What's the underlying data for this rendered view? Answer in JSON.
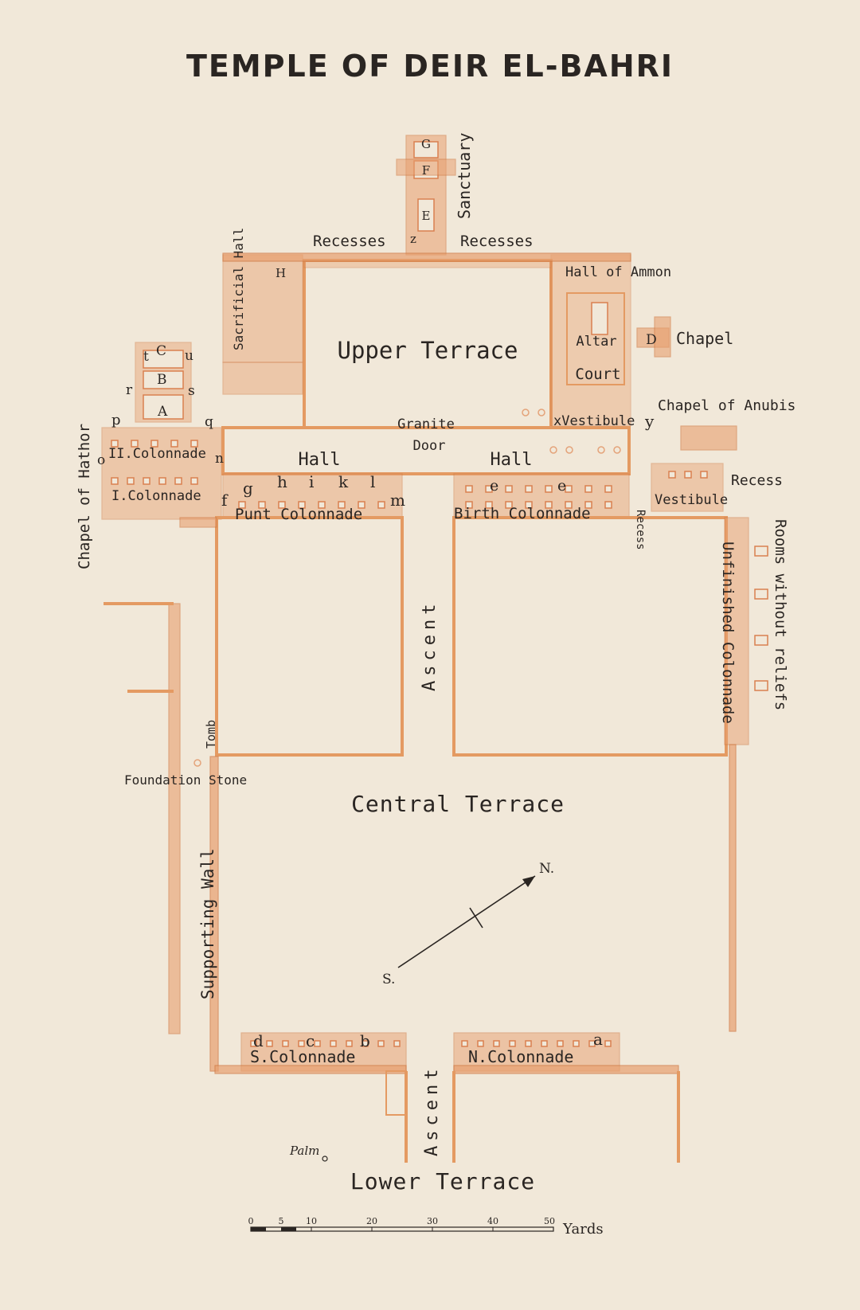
{
  "title": "TEMPLE OF DEIR EL-BAHRI",
  "colors": {
    "background": "#f1e8d9",
    "wall": "#e8a070",
    "ink": "#2a2522"
  },
  "labels": {
    "sanctuary": "Sanctuary",
    "g": "G",
    "f": "F",
    "e_upper": "E",
    "z": "z",
    "recesses_left": "Recesses",
    "recesses_right": "Recesses",
    "hall_of_ammon": "Hall of Ammon",
    "h": "H",
    "sacrificial_hall": "Sacrificial Hall",
    "upper_terrace": "Upper Terrace",
    "altar": "Altar",
    "court": "Court",
    "d": "D",
    "chapel": "Chapel",
    "t": "t",
    "c_upper": "C",
    "u": "u",
    "b_upper": "B",
    "r": "r",
    "s": "s",
    "a_upper": "A",
    "p": "p",
    "q": "q",
    "chapel_of_hathor": "Chapel of Hathor",
    "ii_colonnade": "II.Colonnade",
    "o": "o",
    "n": "n",
    "i_colonnade": "I.Colonnade",
    "f_lower": "f",
    "granite_door_1": "Granite",
    "granite_door_2": "Door",
    "x_vestibule": "xVestibule",
    "y": "y",
    "chapel_of_anubis": "Chapel of Anubis",
    "hall_left": "Hall",
    "hall_right": "Hall",
    "g_lower": "g",
    "h_lower": "h",
    "i_lower": "i",
    "k_lower": "k",
    "l_lower": "l",
    "m_lower": "m",
    "punt_colonnade": "Punt Colonnade",
    "e1": "e",
    "e2": "e",
    "birth_colonnade": "Birth Colonnade",
    "recess_vertical": "Recess",
    "vestibule_right": "Vestibule",
    "recess_right": "Recess",
    "rooms_without_reliefs": "Rooms without reliefs",
    "unfinished_colonnade": "Unfinished Colonnade",
    "ascent_upper": "Ascent",
    "tomb": "Tomb",
    "foundation_stone": "Foundation Stone",
    "central_terrace": "Central Terrace",
    "supporting_wall": "Supporting Wall",
    "n_compass": "N.",
    "s_compass": "S.",
    "d_lower": "d",
    "c_lower": "c",
    "b_lower": "b",
    "a_lower": "a",
    "s_colonnade": "S.Colonnade",
    "n_colonnade": "N.Colonnade",
    "ascent_lower": "Ascent",
    "palm": "Palm",
    "lower_terrace": "Lower Terrace"
  },
  "scale": {
    "ticks": [
      "0",
      "5",
      "10",
      "20",
      "30",
      "40",
      "50"
    ],
    "unit": "Yards"
  }
}
